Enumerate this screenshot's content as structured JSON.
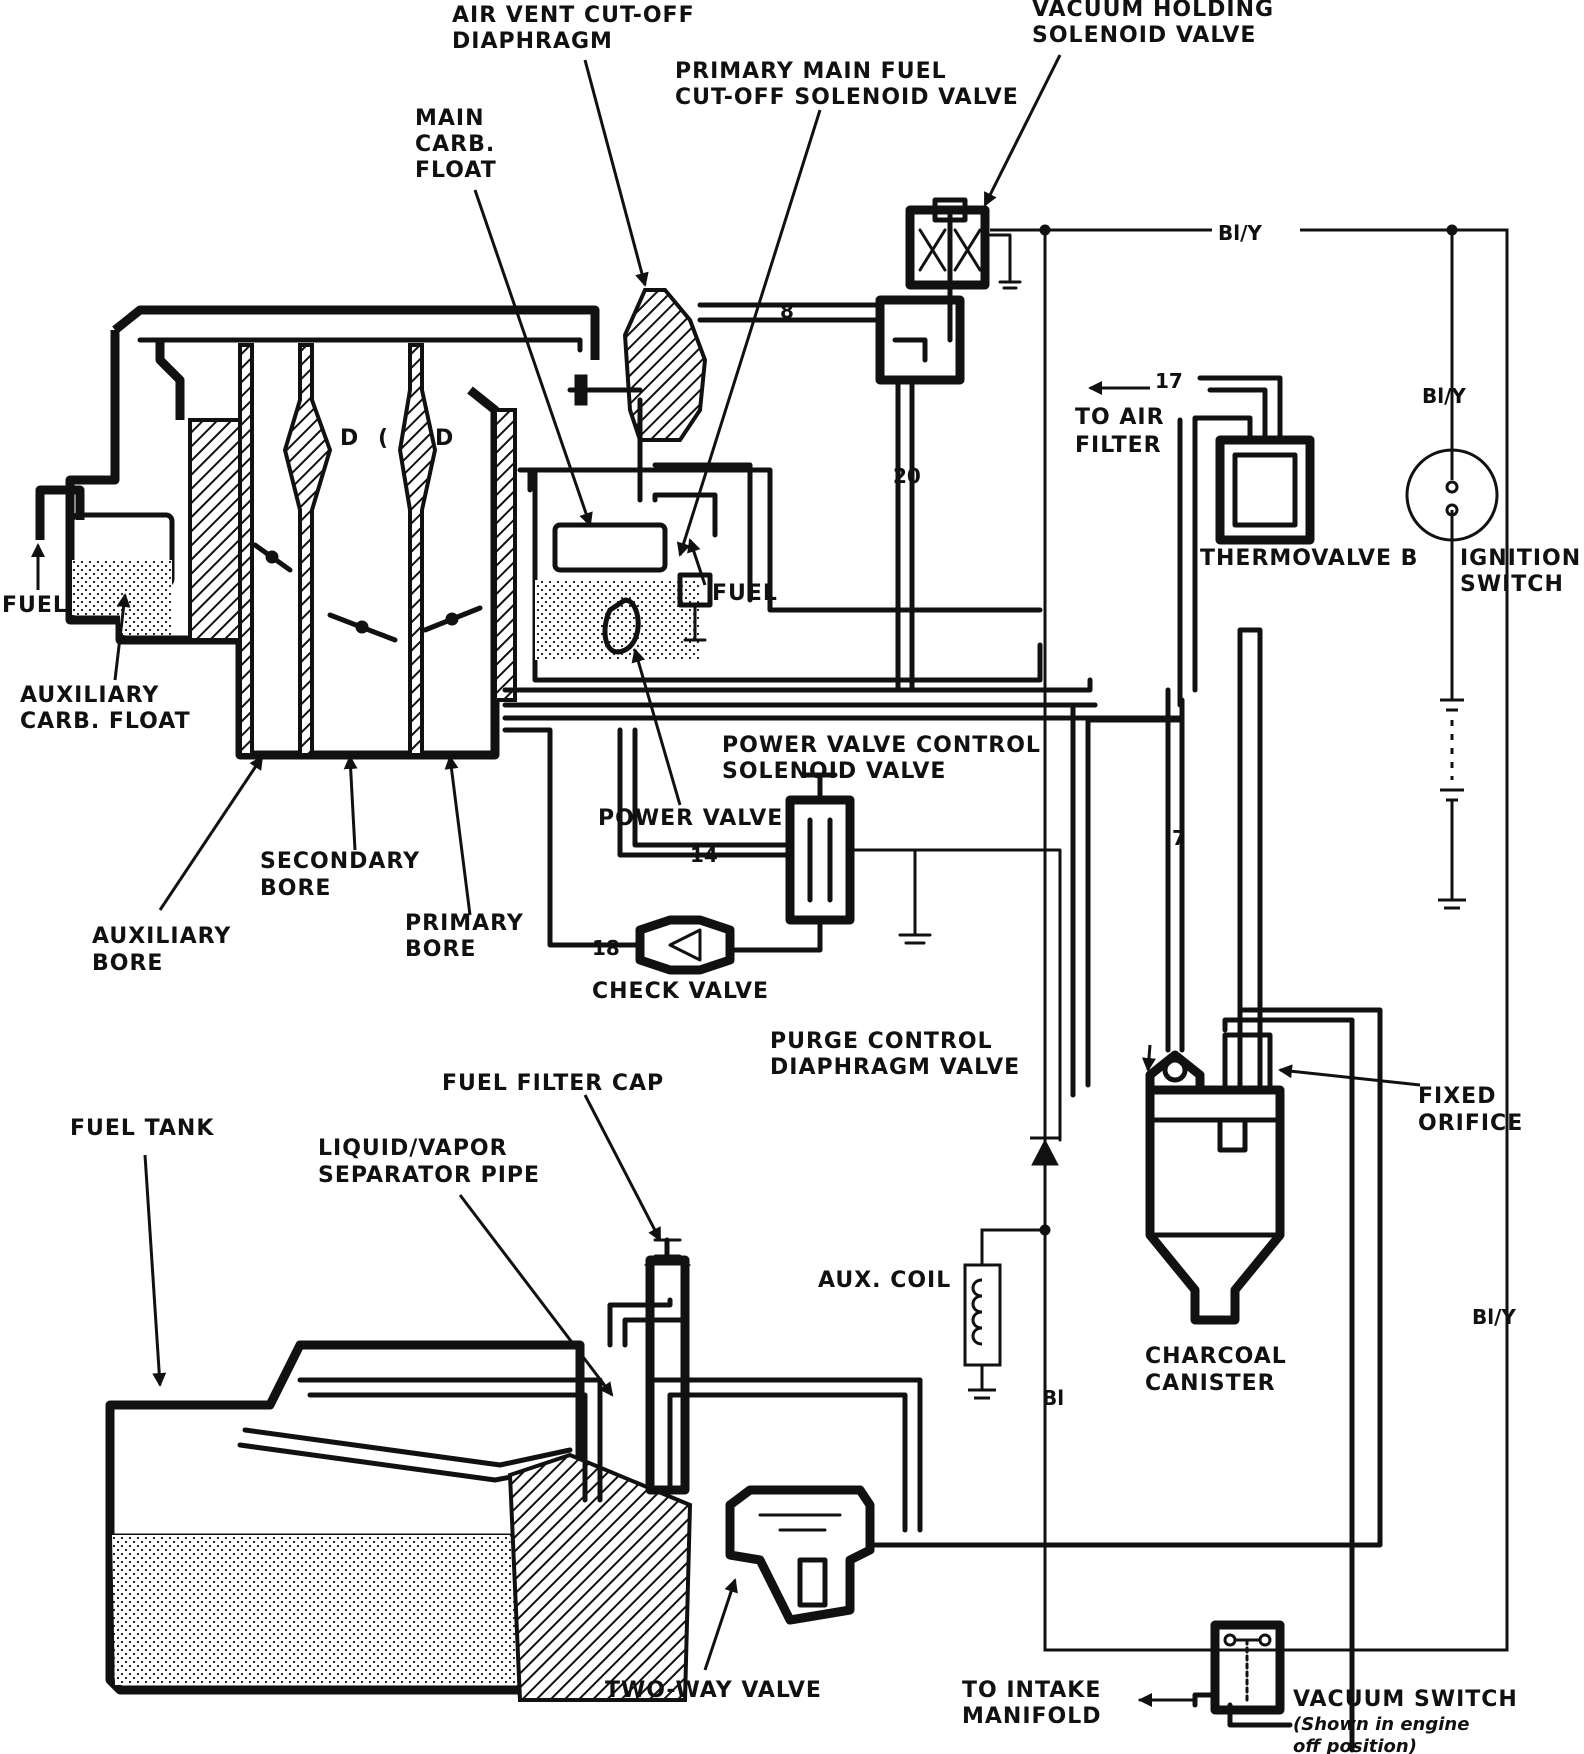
{
  "labels": {
    "air_vent_diaphragm": [
      "AIR VENT CUT-OFF",
      "DIAPHRAGM"
    ],
    "vacuum_holding": [
      "VACUUM HOLDING",
      "SOLENOID VALVE"
    ],
    "primary_main_fuel": [
      "PRIMARY MAIN FUEL",
      "CUT-OFF SOLENOID VALVE"
    ],
    "main_carb_float": [
      "MAIN",
      "CARB.",
      "FLOAT"
    ],
    "to_air_filter": [
      "TO AIR",
      "FILTER"
    ],
    "thermovalve": "THERMOVALVE B",
    "ignition_switch": [
      "IGNITION",
      "SWITCH"
    ],
    "fuel_left": "FUEL",
    "fuel_center": "FUEL",
    "aux_carb_float": [
      "AUXILIARY",
      "CARB. FLOAT"
    ],
    "power_valve_control": [
      "POWER VALVE CONTROL",
      "SOLENOID VALVE"
    ],
    "power_valve": "POWER VALVE",
    "secondary_bore": [
      "SECONDARY",
      "BORE"
    ],
    "primary_bore": [
      "PRIMARY",
      "BORE"
    ],
    "auxiliary_bore": [
      "AUXILIARY",
      "BORE"
    ],
    "check_valve": "CHECK VALVE",
    "purge_control": [
      "PURGE CONTROL",
      "DIAPHRAGM VALVE"
    ],
    "fixed_orifice": [
      "FIXED",
      "ORIFICE"
    ],
    "fuel_filter_cap": "FUEL FILTER CAP",
    "fuel_tank": "FUEL TANK",
    "separator_pipe": [
      "LIQUID/VAPOR",
      "SEPARATOR PIPE"
    ],
    "aux_coil": "AUX. COIL",
    "charcoal_canister": [
      "CHARCOAL",
      "CANISTER"
    ],
    "two_way_valve": "TWO-WAY VALVE",
    "to_intake": [
      "TO INTAKE",
      "MANIFOLD"
    ],
    "vacuum_switch": "VACUUM SWITCH",
    "vacuum_switch_note": [
      "(Shown in engine",
      "off position)"
    ]
  },
  "hose_numbers": {
    "h8": "8",
    "h17": "17",
    "h20": "20",
    "h14": "14",
    "h18": "18",
    "h7": "7"
  },
  "wire_colors": {
    "top": "Bl/Y",
    "right_upper": "Bl/Y",
    "right_lower": "Bl/Y",
    "bottom": "Bl"
  }
}
